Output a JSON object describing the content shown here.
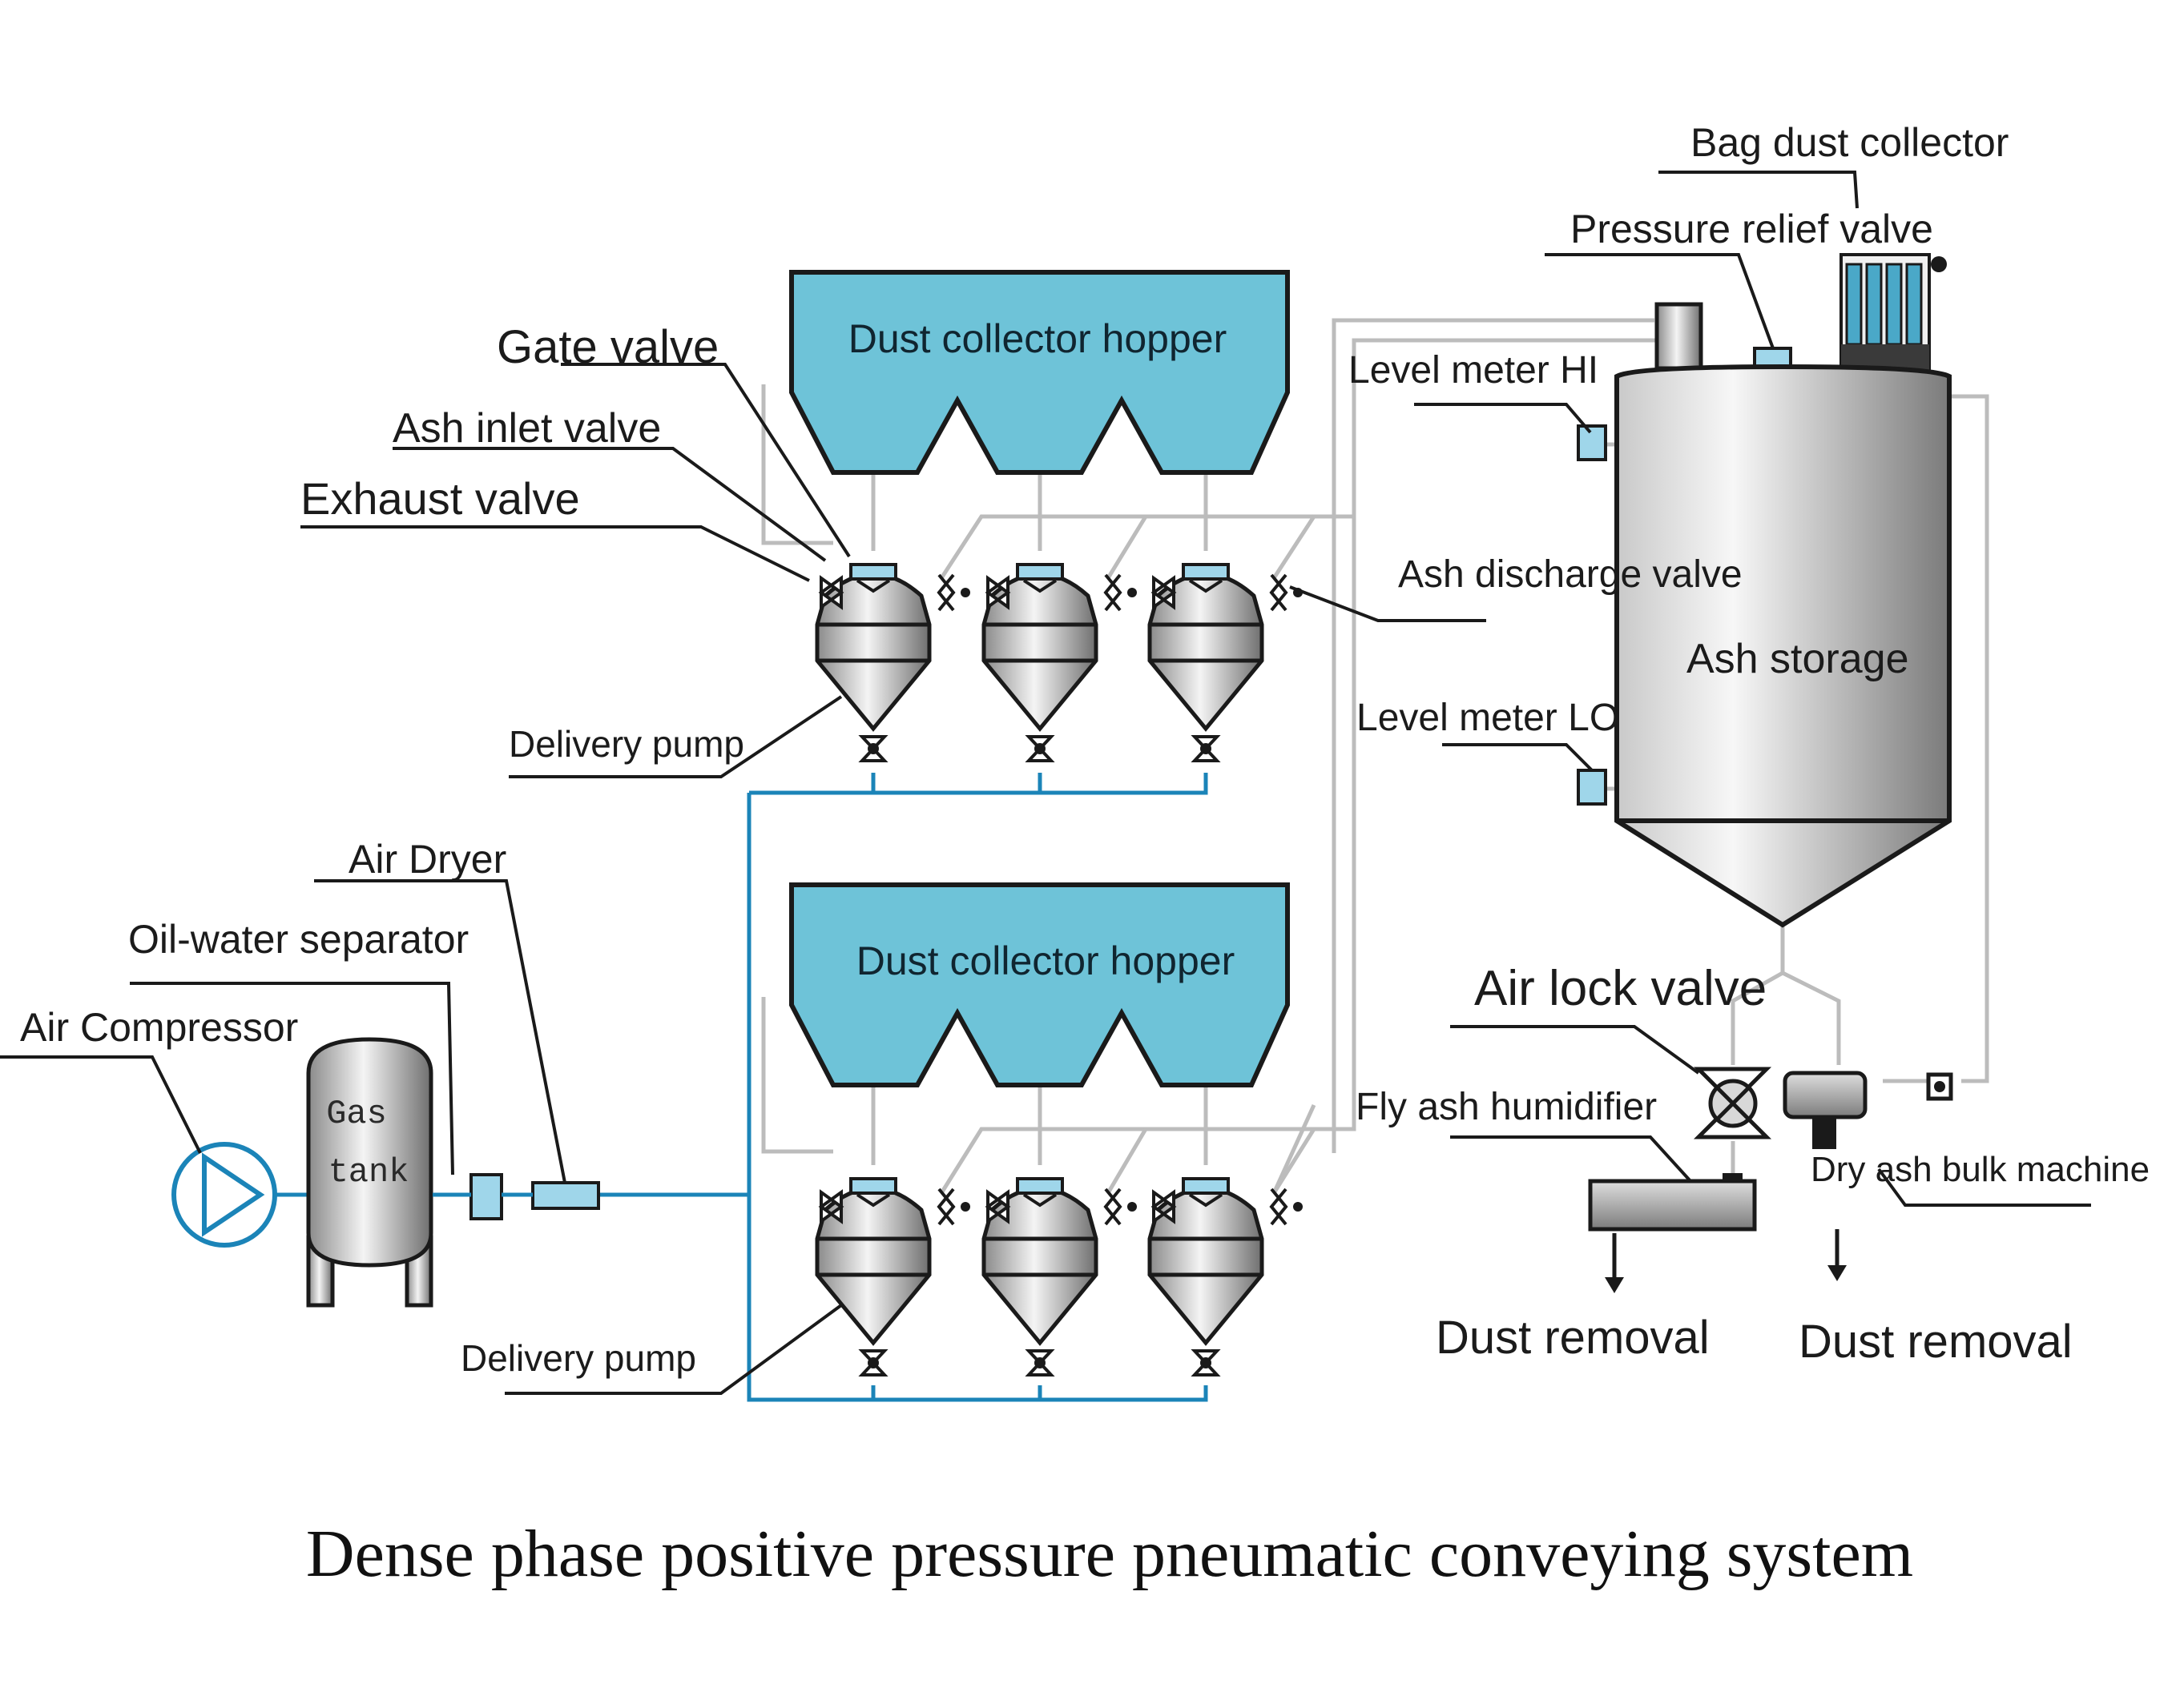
{
  "title": "Dense phase positive pressure pneumatic conveying system",
  "labels": {
    "gate_valve": "Gate valve",
    "ash_inlet_valve": "Ash inlet valve",
    "exhaust_valve": "Exhaust valve",
    "delivery_pump_top": "Delivery pump",
    "delivery_pump_bottom": "Delivery pump",
    "air_dryer": "Air Dryer",
    "oil_water_separator": "Oil-water separator",
    "air_compressor": "Air Compressor",
    "bag_dust_collector": "Bag dust collector",
    "pressure_relief_valve": "Pressure relief valve",
    "level_meter_hi": "Level meter HI",
    "ash_discharge_valve": "Ash discharge valve",
    "ash_storage": "Ash storage",
    "level_meter_lo": "Level meter LO",
    "air_lock_valve": "Air lock valve",
    "fly_ash_humidifier": "Fly ash humidifier",
    "dry_ash_bulk_machine": "Dry ash bulk machine",
    "dust_removal_left": "Dust removal",
    "dust_removal_right": "Dust removal"
  },
  "hoppers": {
    "top": "Dust collector hopper",
    "bottom": "Dust collector hopper"
  },
  "gas_tank": {
    "line1": "Gas",
    "line2": "tank"
  },
  "colors": {
    "hopper_fill": "#6ec3d8",
    "blue_pipe": "#1b84b8",
    "grey_pipe": "#bcbcbc",
    "metal_dark": "#7a7a7a",
    "metal_light": "#f2f2f2"
  }
}
